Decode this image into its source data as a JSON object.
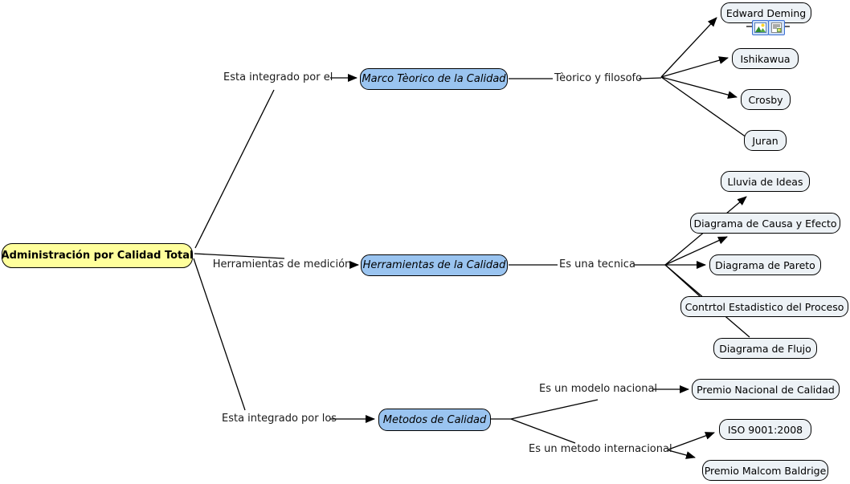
{
  "diagram": {
    "root": "Administración por Calidad Total",
    "branches": [
      {
        "link": "Esta integrado por el",
        "concept": "Marco Tèorico de la Calidad",
        "sublink": "Tèorico y filosofo",
        "children": [
          "Edward Deming",
          "Ishikawua",
          "Crosby",
          "Juran"
        ]
      },
      {
        "link": "Herramientas de medición",
        "concept": "Herramientas de la Calidad",
        "sublink": "Es una tecnica",
        "children": [
          "Lluvia de Ideas",
          "Diagrama de Causa y Efecto",
          "Diagrama de Pareto",
          "Contrtol Estadistico del Proceso",
          "Diagrama de Flujo"
        ]
      },
      {
        "link": "Esta integrado por los",
        "concept": "Metodos de Calidad",
        "sublinks": [
          {
            "label": "Es un modelo nacional",
            "children": [
              "Premio Nacional de Calidad"
            ]
          },
          {
            "label": "Es un metodo internacional",
            "children": [
              "ISO 9001:2008",
              "Premio Malcom Baldrige"
            ]
          }
        ]
      }
    ],
    "attachments": {
      "node": "Edward Deming",
      "icons": [
        "image-attachment",
        "document-attachment"
      ]
    },
    "colors": {
      "root_fill": "#FFFF9C",
      "concept_fill": "#9AC4F0",
      "leaf_fill": "#EDF2F6",
      "line": "#000000",
      "background": "#FFFFFF"
    }
  }
}
